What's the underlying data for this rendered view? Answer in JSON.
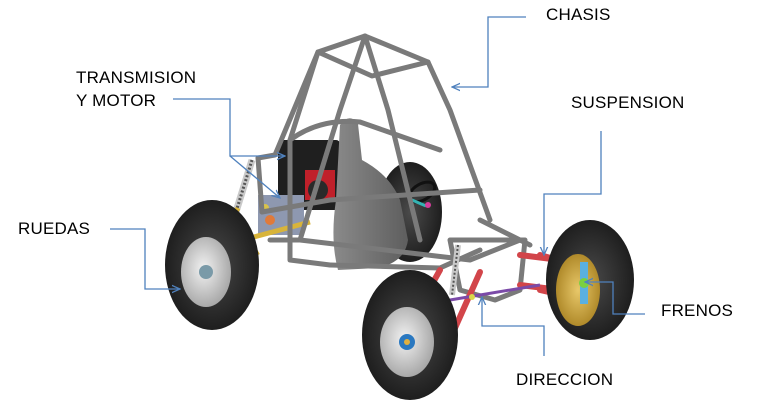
{
  "diagram": {
    "subject": "Off-road buggy components",
    "accent_color": "#4f81bd",
    "frame_color": "#7a7a7a",
    "labels": [
      {
        "id": "chasis",
        "text": "CHASIS"
      },
      {
        "id": "transmision_line1",
        "text": "TRANSMISION"
      },
      {
        "id": "transmision_line2",
        "text": "Y MOTOR"
      },
      {
        "id": "suspension",
        "text": "SUSPENSION"
      },
      {
        "id": "ruedas",
        "text": "RUEDAS"
      },
      {
        "id": "frenos",
        "text": "FRENOS"
      },
      {
        "id": "direccion",
        "text": "DIRECCION"
      }
    ]
  }
}
